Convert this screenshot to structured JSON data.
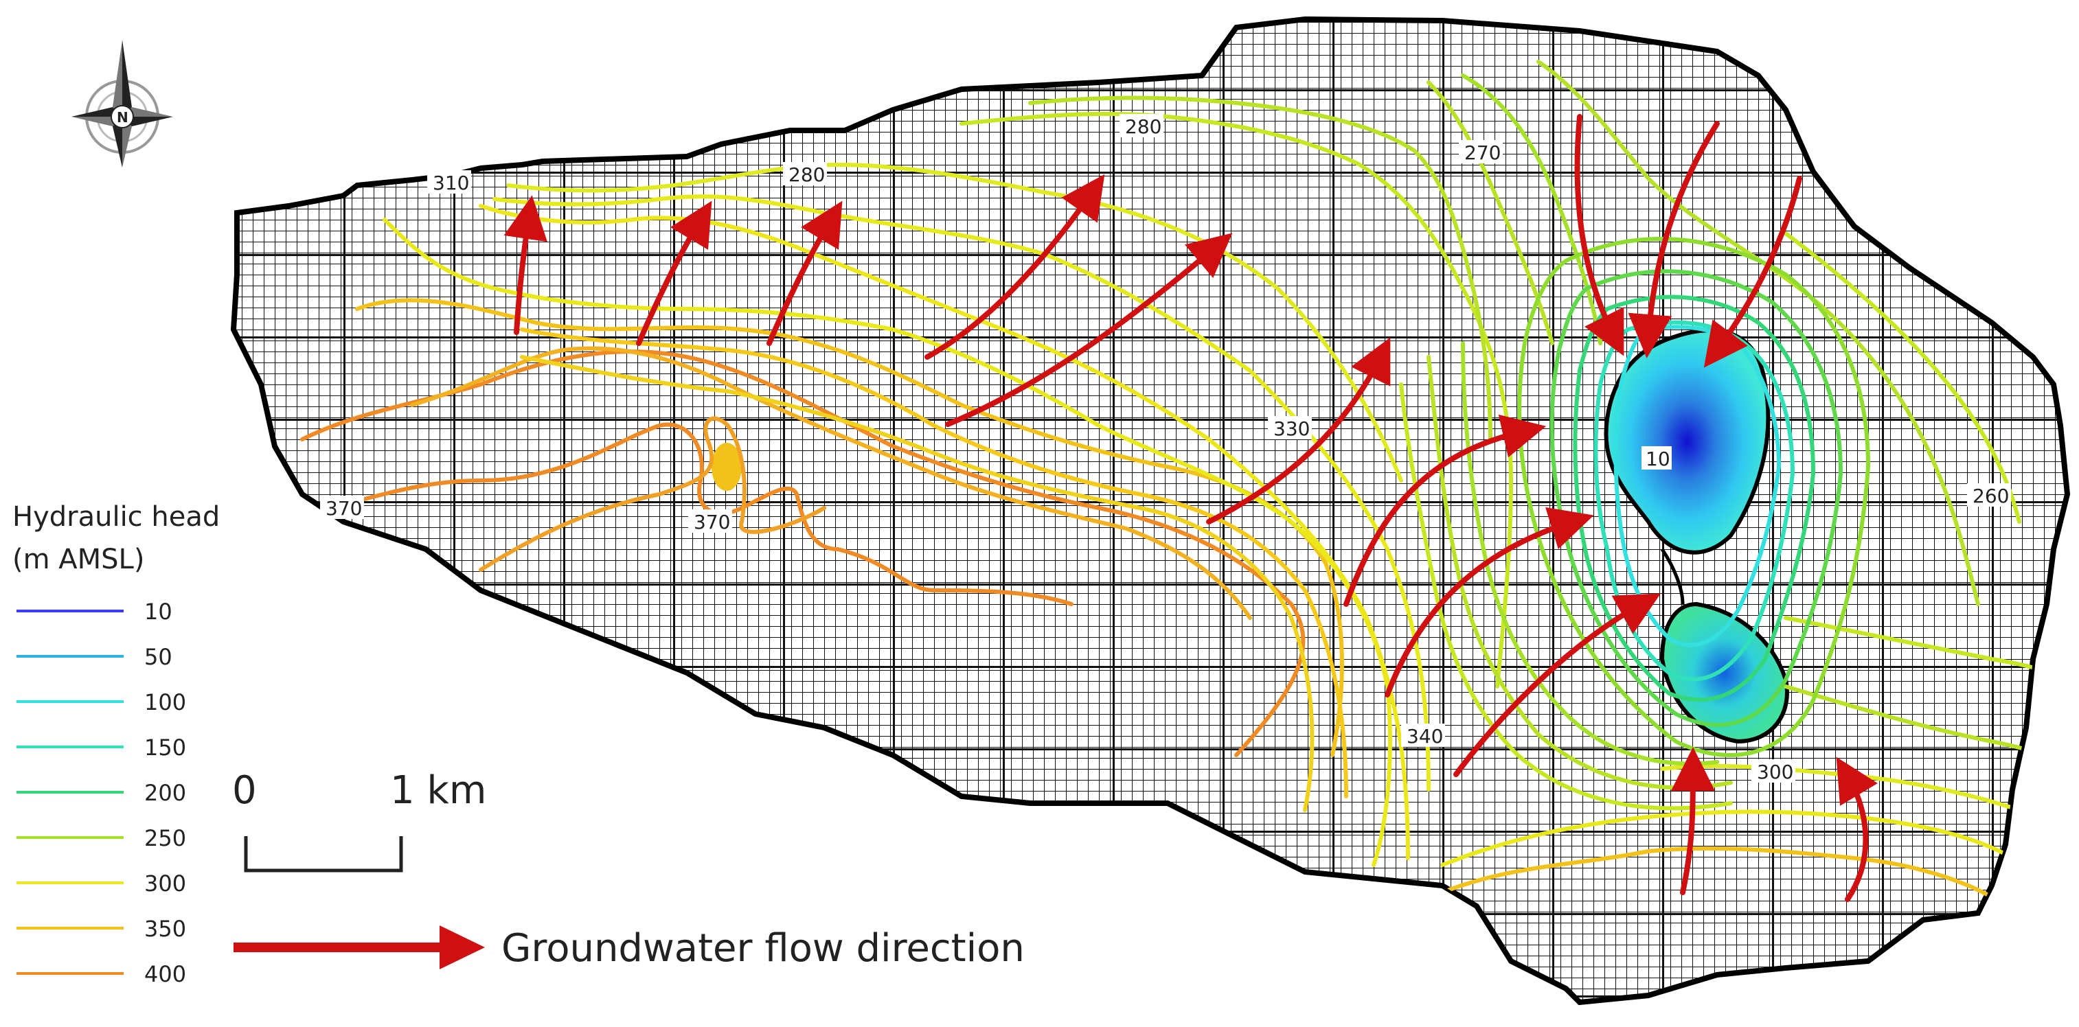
{
  "map": {
    "compass_icon": "north-arrow-compass",
    "compass_letter": "N",
    "contour_labels": {
      "c310": "310",
      "c280a": "280",
      "c280b": "280",
      "c270": "270",
      "c330": "330",
      "c10": "10",
      "c260": "260",
      "c370a": "370",
      "c370b": "370",
      "c340": "340",
      "c300": "300"
    }
  },
  "legend": {
    "title_line1": "Hydraulic head",
    "title_line2": "(m AMSL)",
    "items": [
      {
        "value": "10",
        "color": "#3b3bff"
      },
      {
        "value": "50",
        "color": "#29b3e8"
      },
      {
        "value": "100",
        "color": "#33e0e0"
      },
      {
        "value": "150",
        "color": "#2fe0b8"
      },
      {
        "value": "200",
        "color": "#34d67a"
      },
      {
        "value": "250",
        "color": "#a5e02a"
      },
      {
        "value": "300",
        "color": "#e8e81a"
      },
      {
        "value": "350",
        "color": "#f3c21a"
      },
      {
        "value": "400",
        "color": "#f08a24"
      }
    ]
  },
  "scale_bar": {
    "start_label": "0",
    "end_label": "1 km"
  },
  "flow_legend": {
    "label": "Groundwater flow direction",
    "arrow_color": "#d01010"
  }
}
